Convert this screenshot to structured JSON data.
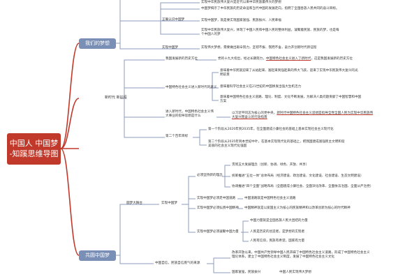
{
  "root": {
    "line1": "中国人 中国梦",
    "line2": "-知蹊思维导图"
  },
  "branches": {
    "dream": "我们的梦想",
    "new_era": "新时代 新征程",
    "shared": "共圆中国梦"
  },
  "dream": {
    "n1": "实现中华民族伟大复兴是近代以来中华民族最伟大的梦想",
    "n2": "中国梦揭示了中华民族的历史命运和当代中国的发展走向，指明了全国各族人民共同的奋斗目标。",
    "n3": "实现中国梦，就是要实现国家富强、民族振兴、人民幸福",
    "n4": "实现中华民族伟大复兴，体现了中国人民和中国人民的整体利益，凝聚着民族、民族的梦，也是每个中国人的梦",
    "group": "正确认识中国梦",
    "n5": "实现中国梦",
    "n6": "实现伟大梦想，需要做出艰辛努力，坚韧不拔、锲而不舍，奋力开创新时代新征程"
  },
  "new_era": {
    "a_label": "我国发展新的历史方位",
    "a_text_pre": "党的十九大指出，经过长期努力，",
    "a_text_u": "中国特色社会主义进入了新时代",
    "a_text_post": "，这是我国发展新的历史方位",
    "b_label": "中国特色社会主义进入新时代的意义",
    "b1": "意味着中华民族迎来了从站起来、富起来到强起来的伟大飞跃，迎来了实现中华民族伟大复兴的光明前景",
    "b2": "意味着科学社会主义在21世纪的中国焕发出强大生机活力",
    "b3": "意味着中国特色社会主义道路、理论、制度、文化不断发展，为解决人类问题贡献了中国智慧和中国方案",
    "c_label": "进入新时代，中国特色社会主义伟大事业的指导思想是什么",
    "c_text1": "以习近平同志为核心的党中央，",
    "c_text2": "新时代中国特色社会主义思想是指导全党全国人民为实现中华民族伟大复兴而奋斗的行动指南",
    "d_label": "第二个百年目标",
    "d1": "第一个阶段从2020年到2035年，在全面建成小康社会的基础上基本实现社会主义现代化",
    "d2": "第二个阶段从2035年到本世纪中叶，在基本实现现代化的基础上，把我国建成富强民主文明和谐美丽的社会主义现代化强国"
  },
  "shared": {
    "group": "圆梦大舞台",
    "sub": "实现中国梦",
    "e_label": "必须坚持新的理念",
    "e1": "贯彻五大发展理念（创新、协调、绿色、开放、共享）",
    "e2": "统筹推进“五位一体”总体布局（经济建设、政治建设、文化建设、社会建设、生态文明建设）",
    "e3": "协调推进“四个全面”战略布局（全面建成小康社会、全面深化改革、全面依法治国、全面从严治党）",
    "f_label": "实现中国梦必须走中国道路",
    "f1": "中国道路就是中国特色社会主义道路",
    "g_label": "实现中国梦必须弘扬中国精神",
    "g1": "中国精神就是以爱国主义为核心的民族精神和以改革创新为核心的时代精神",
    "h_label": "实现中国梦必须凝聚中国力量",
    "h1": "中国力量就是全国各族人民大团结的力量",
    "h2": "人民是历史的创造者，是梦想的实现者",
    "h3": "人民有信仰，民族有希望，国家有力量",
    "i_label": "中国自信，民族自信底气的来源",
    "i1": "改革开放以来，中国共产党领导中国人民开辟了中国特色社会主义道路，形成了中国特色社会主义理论体系，建立了中国特色社会主义制度，发展了中国特色社会主义文化",
    "i2": "国家富强，民族振兴",
    "i3": "中国人民实现伟大梦想"
  }
}
